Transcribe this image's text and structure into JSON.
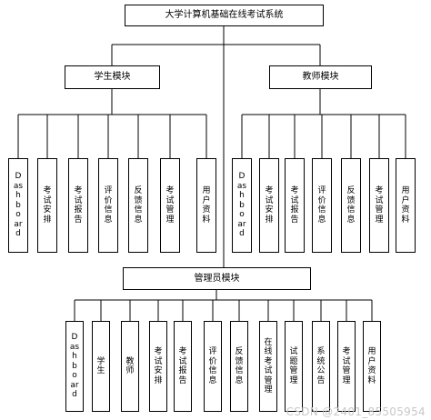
{
  "root": {
    "label": "大学计算机基础在线考试系统"
  },
  "modules": {
    "student": {
      "label": "学生模块",
      "items": [
        "Dashboard",
        "考试安排",
        "考试报告",
        "评价信息",
        "反馈信息",
        "考试管理",
        "用户资料"
      ]
    },
    "teacher": {
      "label": "教师模块",
      "items": [
        "Dashboard",
        "考试安排",
        "考试报告",
        "评价信息",
        "反馈信息",
        "考试管理",
        "用户资料"
      ]
    },
    "admin": {
      "label": "管理员模块",
      "items": [
        "Dashboard",
        "学生",
        "教师",
        "考试安排",
        "考试报告",
        "评价信息",
        "反馈信息",
        "在线考试管理",
        "试题管理",
        "系统公告",
        "考试管理",
        "用户资料"
      ]
    }
  },
  "watermark": "CSDN @2401_85505954"
}
